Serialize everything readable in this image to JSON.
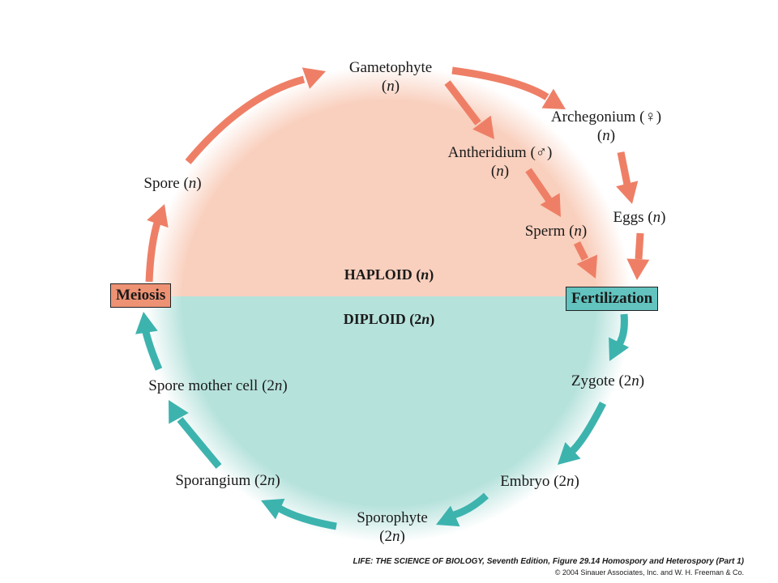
{
  "colors": {
    "haploid_fill": "#f9cfbd",
    "diploid_fill": "#b6e2dc",
    "haploid_arrow": "#ee7f66",
    "diploid_arrow": "#3db3ae",
    "meiosis_box": "#ee9274",
    "fertilization_box": "#62c3bf"
  },
  "regions": {
    "haploid": {
      "text": "HAPLOID (",
      "n": "n",
      "close": ")"
    },
    "diploid": {
      "text": "DIPLOID (2",
      "n": "n",
      "close": ")"
    }
  },
  "stages": {
    "gametophyte": {
      "name": "Gametophyte",
      "ploidy": "n"
    },
    "archegonium": {
      "name": "Archegonium (♀)",
      "ploidy": "n"
    },
    "antheridium": {
      "name": "Antheridium (♂)",
      "ploidy": "n"
    },
    "sperm": {
      "name": "Sperm (",
      "ploidy": "n",
      "close": ")"
    },
    "eggs": {
      "name": "Eggs (",
      "ploidy": "n",
      "close": ")"
    },
    "spore": {
      "name": "Spore (",
      "ploidy": "n",
      "close": ")"
    },
    "zygote": {
      "name": "Zygote (2",
      "ploidy": "n",
      "close": ")"
    },
    "embryo": {
      "name": "Embryo (2",
      "ploidy": "n",
      "close": ")"
    },
    "sporophyte": {
      "name": "Sporophyte",
      "pre": "(2",
      "ploidy": "n",
      "close": ")"
    },
    "sporangium": {
      "name": "Sporangium (2",
      "ploidy": "n",
      "close": ")"
    },
    "spore_mother_cell": {
      "name": "Spore mother cell (2",
      "ploidy": "n",
      "close": ")"
    }
  },
  "processes": {
    "meiosis": "Meiosis",
    "fertilization": "Fertilization"
  },
  "credit": {
    "title": "LIFE: THE SCIENCE OF BIOLOGY",
    "rest": ", Seventh Edition, Figure 29.14 Homospory and Heterospory (Part 1)",
    "copyright": "© 2004 Sinauer Associates, Inc. and W. H. Freeman & Co."
  }
}
